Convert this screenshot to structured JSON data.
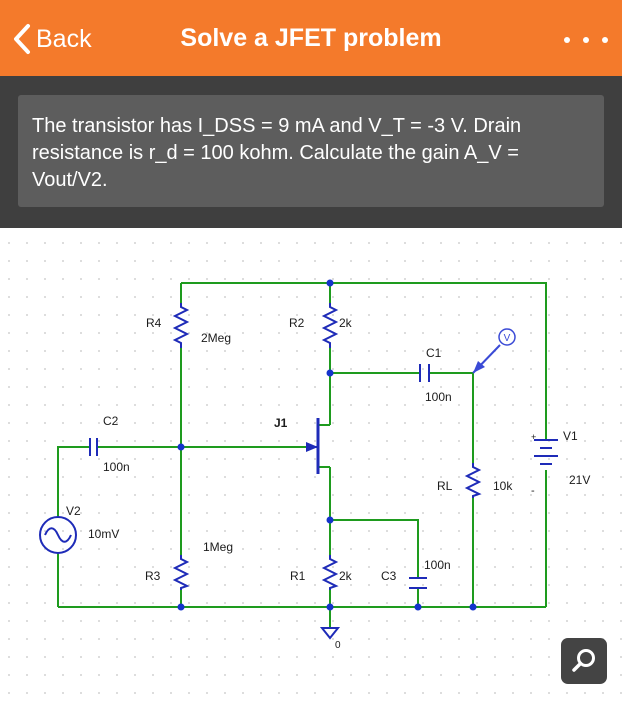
{
  "nav": {
    "back_label": "Back",
    "title": "Solve a JFET problem"
  },
  "question": {
    "text": "The transistor has I_DSS = 9 mA and V_T = -3 V. Drain resistance is r_d = 100 kohm. Calculate the gain A_V = Vout/V2."
  },
  "schematic": {
    "labels": {
      "r4_name": "R4",
      "r4_value": "2Meg",
      "r2_name": "R2",
      "r2_value": "2k",
      "c1_name": "C1",
      "c1_value": "100n",
      "c2_name": "C2",
      "c2_value": "100n",
      "j1_name": "J1",
      "v1_name": "V1",
      "v1_value": "21V",
      "v1_plus": "+",
      "v1_minus": "-",
      "rl_name": "RL",
      "rl_value": "10k",
      "v2_name": "V2",
      "v2_value": "10mV",
      "r3_name": "R3",
      "r3_value": "1Meg",
      "r1_name": "R1",
      "r1_value": "2k",
      "c3_name": "C3",
      "c3_value": "100n",
      "ground_label": "0",
      "probe_label": "V"
    },
    "colors": {
      "wire": "#1e9b1e",
      "component": "#1e2bb8",
      "node": "#1433cc",
      "probe": "#3a4ad6"
    }
  },
  "search_button": {
    "icon": "search-icon"
  }
}
